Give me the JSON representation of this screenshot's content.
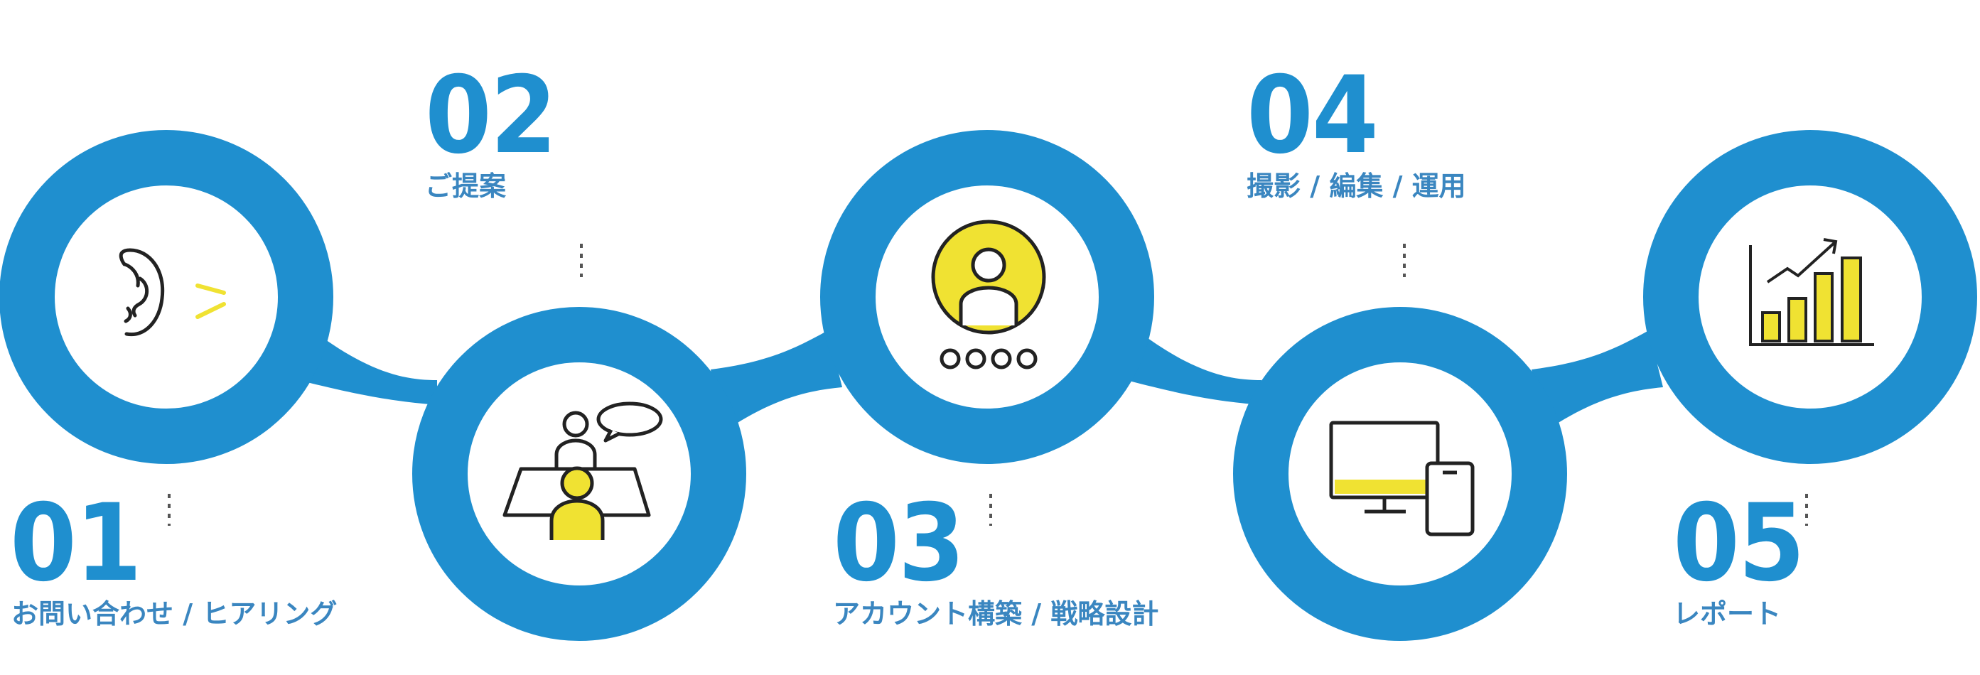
{
  "colors": {
    "ring": "#1f8fcf",
    "label": "#3a86c0",
    "accent_yellow": "#f0e232",
    "ink": "#222222",
    "dotted": "#555555"
  },
  "steps": [
    {
      "number": "01",
      "label": "お問い合わせ / ヒアリング",
      "icon": "ear-listening-icon"
    },
    {
      "number": "02",
      "label": "ご提案",
      "icon": "consultation-meeting-icon"
    },
    {
      "number": "03",
      "label": "アカウント構築 / 戦略設計",
      "icon": "account-profile-icon"
    },
    {
      "number": "04",
      "label": "撮影 / 編集 / 運用",
      "icon": "devices-icon"
    },
    {
      "number": "05",
      "label": "レポート",
      "icon": "growth-chart-icon"
    }
  ]
}
